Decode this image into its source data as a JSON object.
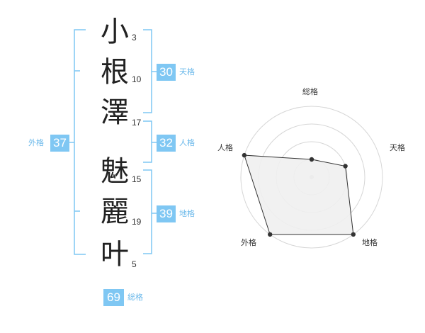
{
  "name": {
    "chars": [
      {
        "char": "小",
        "strokes": "3"
      },
      {
        "char": "根",
        "strokes": "10"
      },
      {
        "char": "澤",
        "strokes": "17"
      },
      {
        "char": "魅",
        "strokes": "15"
      },
      {
        "char": "麗",
        "strokes": "19"
      },
      {
        "char": "叶",
        "strokes": "5"
      }
    ]
  },
  "scores": {
    "tenkaku": {
      "value": "30",
      "label": "天格"
    },
    "jinkaku": {
      "value": "32",
      "label": "人格"
    },
    "chikaku": {
      "value": "39",
      "label": "地格"
    },
    "gaikaku": {
      "value": "37",
      "label": "外格"
    },
    "soukaku": {
      "value": "69",
      "label": "総格"
    }
  },
  "colors": {
    "accent": "#7fc7f3",
    "line": "#7fc7f3",
    "radar_fill": "#f0f0f0"
  },
  "chart_data": {
    "type": "radar",
    "axes": [
      "総格",
      "天格",
      "地格",
      "外格",
      "人格"
    ],
    "levels": 4,
    "values": [
      1,
      2,
      4,
      4,
      4
    ],
    "max": 4,
    "grid": true
  }
}
